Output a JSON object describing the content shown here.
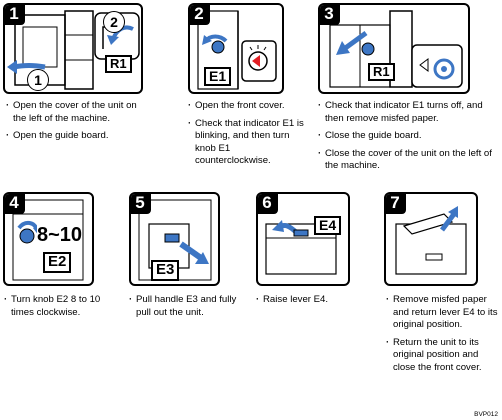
{
  "steps": [
    {
      "number": "1",
      "labels": [
        "R1",
        "1",
        "2"
      ],
      "instructions": [
        "Open the cover of the unit on the left of the machine.",
        "Open the guide board."
      ]
    },
    {
      "number": "2",
      "labels": [
        "E1"
      ],
      "instructions": [
        "Open the front cover.",
        "Check that indicator E1 is blinking, and then turn knob E1 counterclockwise."
      ]
    },
    {
      "number": "3",
      "labels": [
        "R1"
      ],
      "instructions": [
        "Check that indicator E1 turns off, and then remove misfed paper.",
        "Close the guide board.",
        "Close the cover of the unit on the left of the machine."
      ]
    },
    {
      "number": "4",
      "labels": [
        "8~10",
        "E2"
      ],
      "instructions": [
        "Turn knob E2 8 to 10 times clockwise."
      ]
    },
    {
      "number": "5",
      "labels": [
        "E3"
      ],
      "instructions": [
        "Pull handle E3 and fully pull out the unit."
      ]
    },
    {
      "number": "6",
      "labels": [
        "E4"
      ],
      "instructions": [
        "Raise lever E4."
      ]
    },
    {
      "number": "7",
      "labels": [],
      "instructions": [
        "Remove misfed paper and return lever E4 to its original position.",
        "Return the unit to its original position and close the front cover."
      ]
    }
  ],
  "figure_code": "BVP012",
  "colors": {
    "arrow_blue": "#3d76c4",
    "knob_blue": "#3d76c4",
    "indicator_red": "#e31e24",
    "line": "#000000"
  }
}
